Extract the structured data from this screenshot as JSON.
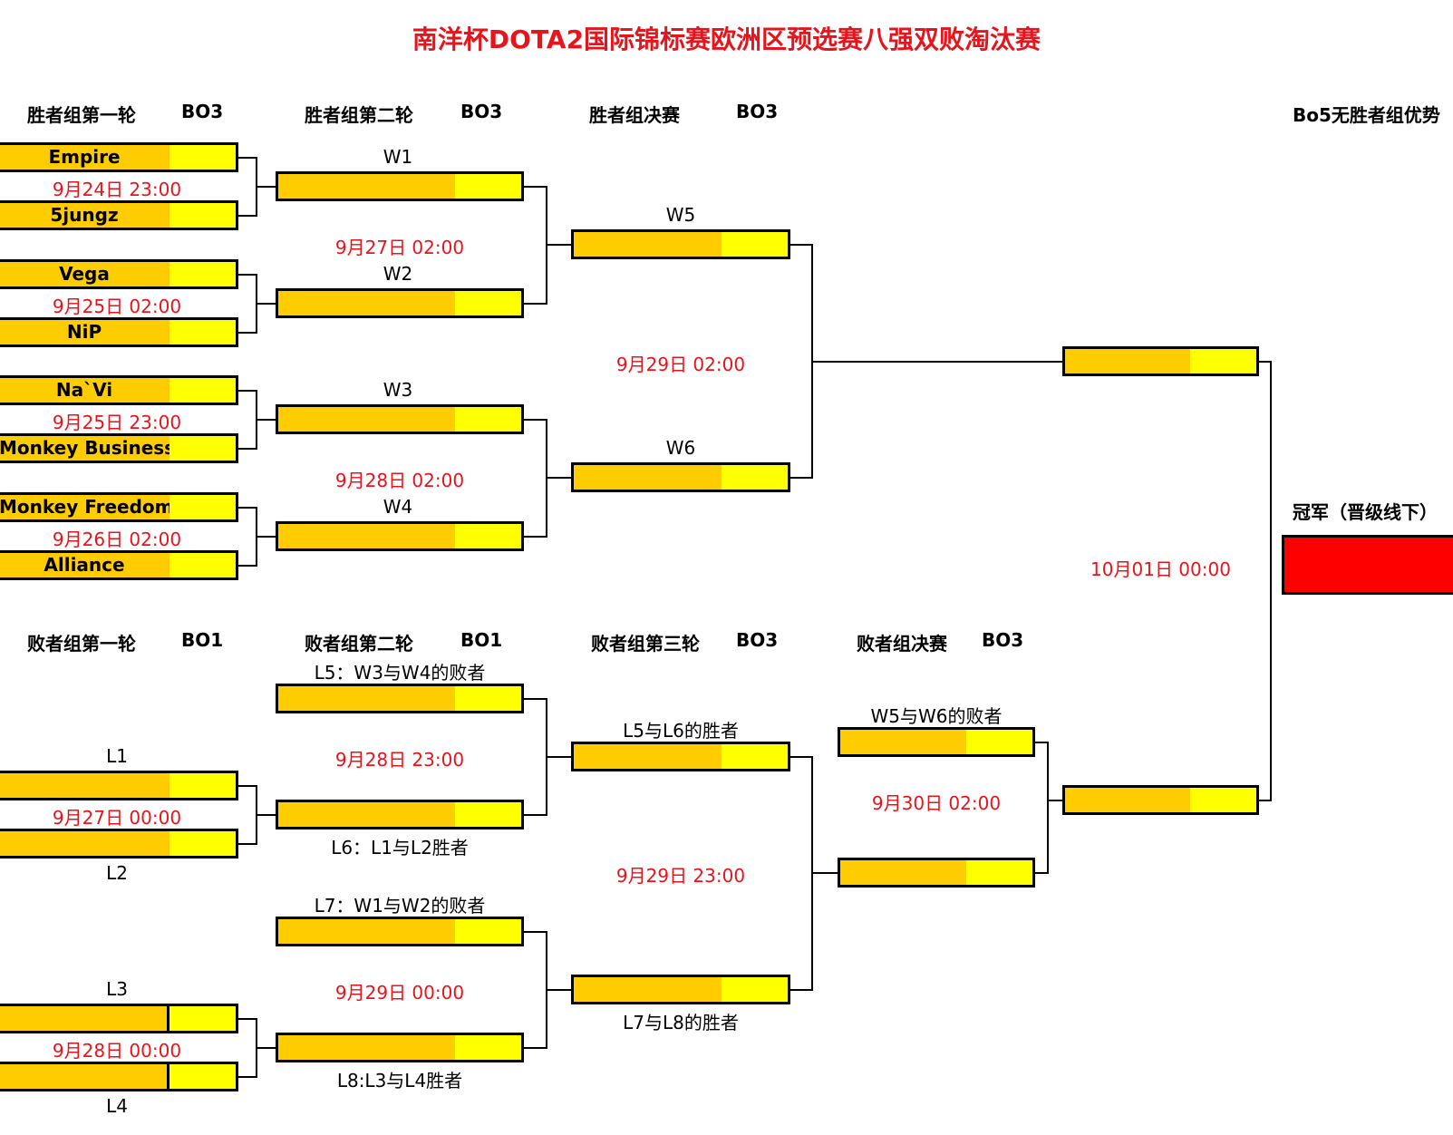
{
  "title": "南洋杯DOTA2国际锦标赛欧洲区预选赛八强双败淘汰赛",
  "colors": {
    "slot": "#ffcc00",
    "score": "#ffff00",
    "champion": "#ff0000",
    "date": "#e8141b"
  },
  "headers": {
    "wb_r1": "胜者组第一轮",
    "wb_r1_fmt": "BO3",
    "wb_r2": "胜者组第二轮",
    "wb_r2_fmt": "BO3",
    "wb_final": "胜者组决赛",
    "wb_final_fmt": "BO3",
    "grand_final": "Bo5无胜者组优势",
    "lb_r1": "败者组第一轮",
    "lb_r1_fmt": "BO1",
    "lb_r2": "败者组第二轮",
    "lb_r2_fmt": "BO1",
    "lb_r3": "败者组第三轮",
    "lb_r3_fmt": "BO3",
    "lb_final": "败者组决赛",
    "lb_final_fmt": "BO3",
    "champion": "冠军（晋级线下）"
  },
  "teams": {
    "t1": "Empire",
    "t2": "5jungz",
    "t3": "Vega",
    "t4": "NiP",
    "t5": "Na`Vi",
    "t6": "Monkey Business",
    "t7": "Monkey Freedom",
    "t8": "Alliance"
  },
  "labels": {
    "w1": "W1",
    "w2": "W2",
    "w3": "W3",
    "w4": "W4",
    "w5": "W5",
    "w6": "W6",
    "l1": "L1",
    "l2": "L2",
    "l3": "L3",
    "l4": "L4",
    "l5": "L5：W3与W4的败者",
    "l6": "L6：L1与L2胜者",
    "l7": "L7：W1与W2的败者",
    "l8": "L8:L3与L4胜者",
    "l5l6": "L5与L6的胜者",
    "l7l8": "L7与L8的胜者",
    "w5w6": "W5与W6的败者"
  },
  "dates": {
    "d1": "9月24日 23:00",
    "d2": "9月25日 02:00",
    "d3": "9月25日 23:00",
    "d4": "9月26日 02:00",
    "d5": "9月27日 02:00",
    "d6": "9月28日 02:00",
    "d7": "9月29日 02:00",
    "d8": "10月01日 00:00",
    "d9": "9月27日 00:00",
    "d10": "9月28日 00:00",
    "d11": "9月28日 23:00",
    "d12": "9月29日 00:00",
    "d13": "9月29日 23:00",
    "d14": "9月30日 02:00"
  }
}
